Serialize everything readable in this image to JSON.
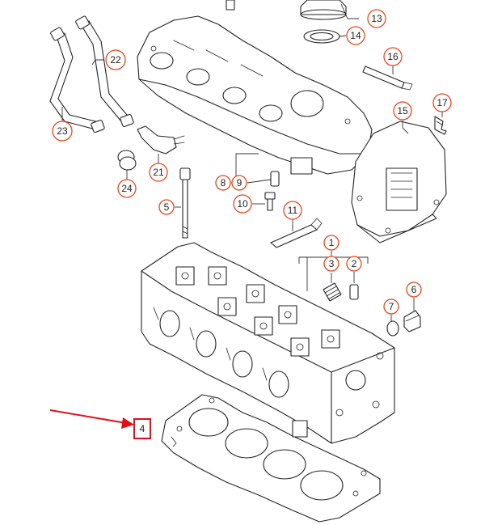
{
  "callouts": [
    {
      "id": "c1",
      "label": "1"
    },
    {
      "id": "c2",
      "label": "2"
    },
    {
      "id": "c3",
      "label": "3"
    },
    {
      "id": "c4",
      "label": "4",
      "highlighted": true
    },
    {
      "id": "c5",
      "label": "5"
    },
    {
      "id": "c6",
      "label": "6"
    },
    {
      "id": "c7",
      "label": "7"
    },
    {
      "id": "c8",
      "label": "8"
    },
    {
      "id": "c9",
      "label": "9"
    },
    {
      "id": "c10",
      "label": "10"
    },
    {
      "id": "c11",
      "label": "11"
    },
    {
      "id": "c13",
      "label": "13"
    },
    {
      "id": "c14",
      "label": "14"
    },
    {
      "id": "c15",
      "label": "15"
    },
    {
      "id": "c16",
      "label": "16"
    },
    {
      "id": "c17",
      "label": "17"
    },
    {
      "id": "c21",
      "label": "21"
    },
    {
      "id": "c22",
      "label": "22"
    },
    {
      "id": "c23",
      "label": "23"
    },
    {
      "id": "c24",
      "label": "24"
    }
  ],
  "colors": {
    "callout_ring": "#e8461b",
    "highlight": "#e0101a",
    "line_art": "#222222"
  }
}
